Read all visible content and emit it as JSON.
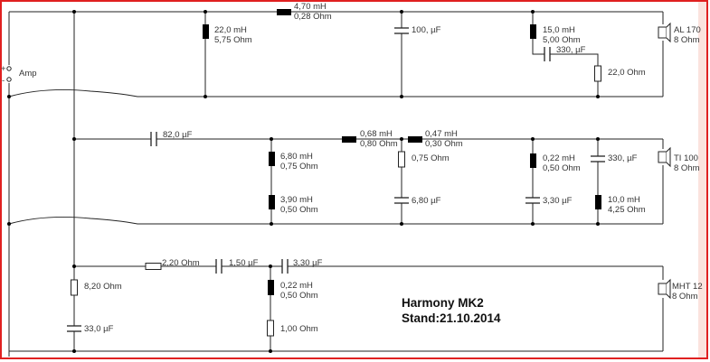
{
  "input": {
    "amp_label": "Amp",
    "plus": "+",
    "minus": "-"
  },
  "section_bass": {
    "l_series": {
      "value": "4,70 mH",
      "resistance": "0,28 Ohm"
    },
    "l_shunt": {
      "value": "22,0 mH",
      "resistance": "5,75 Ohm"
    },
    "c_shunt": {
      "value": "100, µF"
    },
    "l_notch": {
      "value": "15,0 mH",
      "resistance": "5,00 Ohm"
    },
    "c_notch": {
      "value": "330, µF"
    },
    "r_notch": {
      "value": "22,0 Ohm"
    },
    "speaker": {
      "name": "AL 170",
      "impedance": "8 Ohm"
    }
  },
  "section_mid": {
    "c_series": {
      "value": "82,0 µF"
    },
    "l_shunt1": {
      "value": "6,80 mH",
      "resistance": "0,75 Ohm"
    },
    "l_shunt2": {
      "value": "3,90 mH",
      "resistance": "0,50 Ohm"
    },
    "l_series1": {
      "value": "0,68 mH",
      "resistance": "0,80 Ohm"
    },
    "l_series2": {
      "value": "0,47 mH",
      "resistance": "0,30 Ohm"
    },
    "r_zobel": {
      "value": "0,75 Ohm"
    },
    "c_zobel": {
      "value": "6,80 µF"
    },
    "l_trap": {
      "value": "0,22 mH",
      "resistance": "0,50 Ohm"
    },
    "c_trap": {
      "value": "3,30 µF"
    },
    "c_trap2": {
      "value": "330, µF"
    },
    "l_trap2": {
      "value": "10,0 mH",
      "resistance": "4,25 Ohm"
    },
    "speaker": {
      "name": "TI 100",
      "impedance": "8 Ohm"
    }
  },
  "section_tweeter": {
    "r_series": {
      "value": "2,20 Ohm"
    },
    "c_series1": {
      "value": "1,50 µF"
    },
    "c_series2": {
      "value": "3,30 µF"
    },
    "r_zobel": {
      "value": "8,20 Ohm"
    },
    "c_zobel": {
      "value": "33,0 µF"
    },
    "l_shunt": {
      "value": "0,22 mH",
      "resistance": "0,50 Ohm"
    },
    "r_shunt": {
      "value": "1,00 Ohm"
    },
    "speaker": {
      "name": "MHT 12",
      "impedance": "8 Ohm"
    }
  },
  "title": {
    "name": "Harmony MK2",
    "date": "Stand:21.10.2014"
  },
  "colors": {
    "border": "#e02020",
    "wire": "#222222"
  }
}
